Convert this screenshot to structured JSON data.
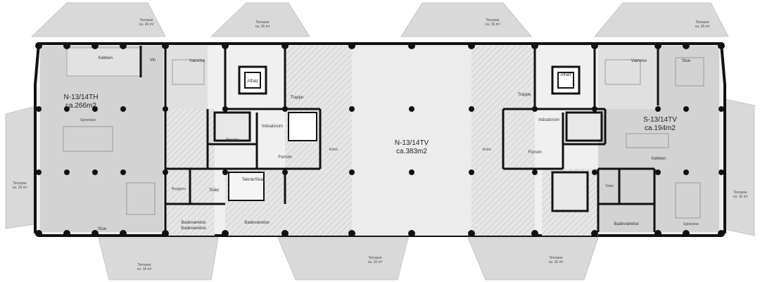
{
  "apartments": {
    "north_th": {
      "name": "N-13/14TH",
      "area": "ca.266m2"
    },
    "north_tv": {
      "name": "N-13/14TV",
      "area": "ca.383m2"
    },
    "south_tv": {
      "name": "S-13/14TV",
      "area": "ca.194m2"
    }
  },
  "rooms": {
    "kokken_left": "Køkken",
    "vin": "Vin",
    "vaerelse_left": "Værelse",
    "spisestue_left": "Spisestue",
    "stue_left": "Stue",
    "badevaerelse_left_1": "Badeværelse",
    "badevaerelse_left_2": "Badeværelse",
    "toilet_left": "Toilet",
    "bryggers": "Bryggers",
    "teknik_skab": "Teknik/Skab",
    "badevaerelse_mid": "Badeværelse",
    "affald_left": "Affald",
    "trappe_left": "Trappe",
    "indsatsrum_left": "Indsatsrum",
    "forrum_left": "Forrum",
    "elevator_left": "Elevator",
    "entre_left": "Entré",
    "entre_right": "Entré",
    "affald_right": "Affald",
    "trappe_right": "Trappe",
    "indsatsrum_right": "Indsatsrum",
    "forrum_right": "Forrum",
    "vaerelse_right": "Værelse",
    "stue_right": "Stue",
    "kokken_right": "Køkken",
    "toilet_right": "Toilet",
    "badevaerelse_right": "Badeværelse",
    "spisestue_right": "Spisestue"
  },
  "terraces": {
    "label": "Terrasse",
    "area": "ca. 16 m²"
  }
}
